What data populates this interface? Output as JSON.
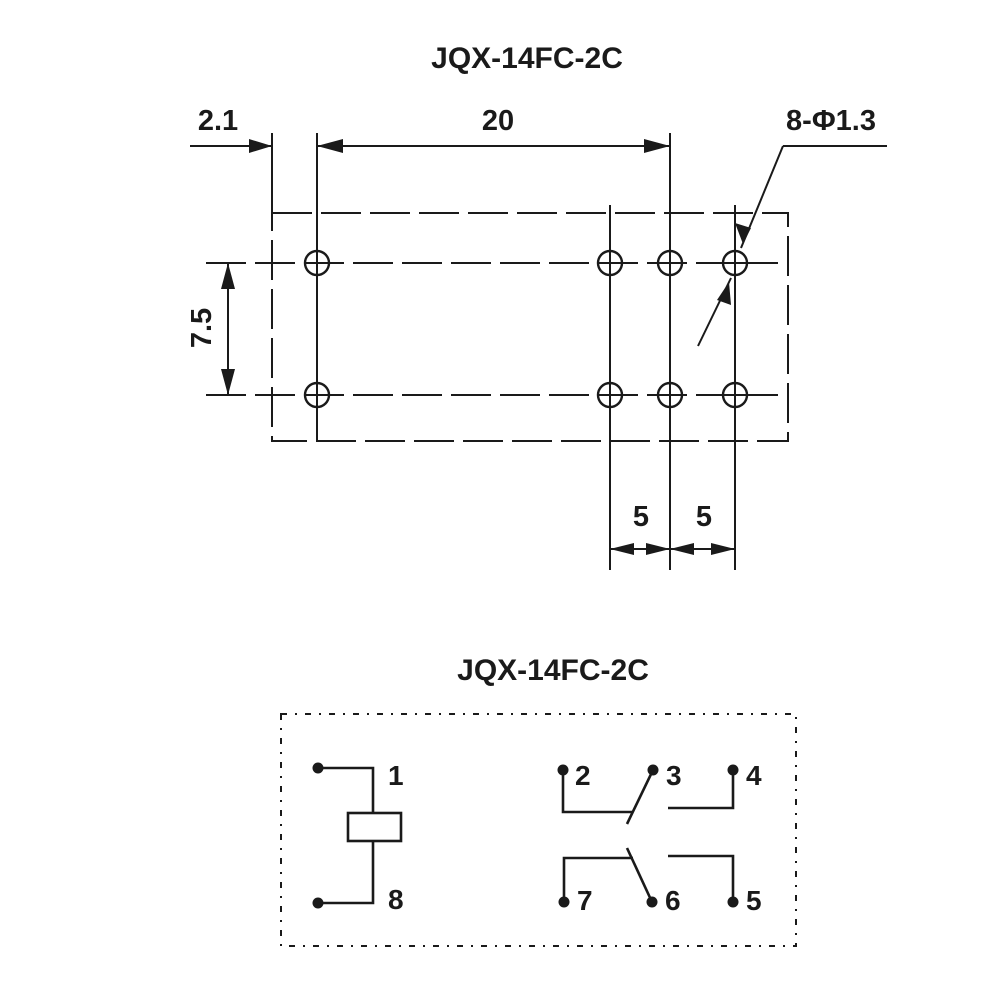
{
  "footprint": {
    "title": "JQX-14FC-2C",
    "dim_offset": "2.1",
    "dim_width": "20",
    "dim_height": "7.5",
    "dim_pitch_a": "5",
    "dim_pitch_b": "5",
    "hole_callout": "8-Φ1.3"
  },
  "schematic": {
    "title": "JQX-14FC-2C",
    "pins": [
      "1",
      "8",
      "2",
      "3",
      "4",
      "7",
      "6",
      "5"
    ]
  }
}
